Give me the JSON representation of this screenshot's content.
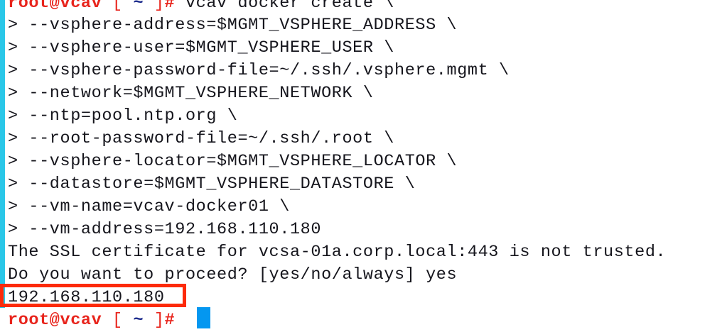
{
  "terminal": {
    "shell_prompt": {
      "user_host": "root@vcav",
      "bracket_open": "[",
      "path": "~",
      "bracket_close": "]",
      "sigil": "#"
    },
    "continuation_prompt": ">",
    "colors": {
      "background": "#ffffff",
      "foreground": "#15151c",
      "prompt_red": "#e8241c",
      "prompt_path_blue": "#1c2b8c",
      "gutter_cyan": "#2ac7e8",
      "cursor_blue": "#0497f0",
      "highlight_box_red": "#fd2a0a"
    },
    "cursor": {
      "shape": "block",
      "visible": true
    },
    "highlight": {
      "target_text": "192.168.110.180",
      "style": "red-rectangle-annotation"
    },
    "command": {
      "first_line": "vcav docker create \\",
      "continuation_lines": [
        "--vsphere-address=$MGMT_VSPHERE_ADDRESS \\",
        "--vsphere-user=$MGMT_VSPHERE_USER \\",
        "--vsphere-password-file=~/.ssh/.vsphere.mgmt \\",
        "--network=$MGMT_VSPHERE_NETWORK \\",
        "--ntp=pool.ntp.org \\",
        "--root-password-file=~/.ssh/.root \\",
        "--vsphere-locator=$MGMT_VSPHERE_LOCATOR \\",
        "--datastore=$MGMT_VSPHERE_DATASTORE \\",
        "--vm-name=vcav-docker01 \\",
        "--vm-address=192.168.110.180"
      ]
    },
    "output": {
      "ssl_warning": "The SSL certificate for vcsa-01a.corp.local:443 is not trusted.",
      "confirm_question": "Do you want to proceed? [yes/no/always] yes",
      "result_ip": "192.168.110.180"
    }
  }
}
